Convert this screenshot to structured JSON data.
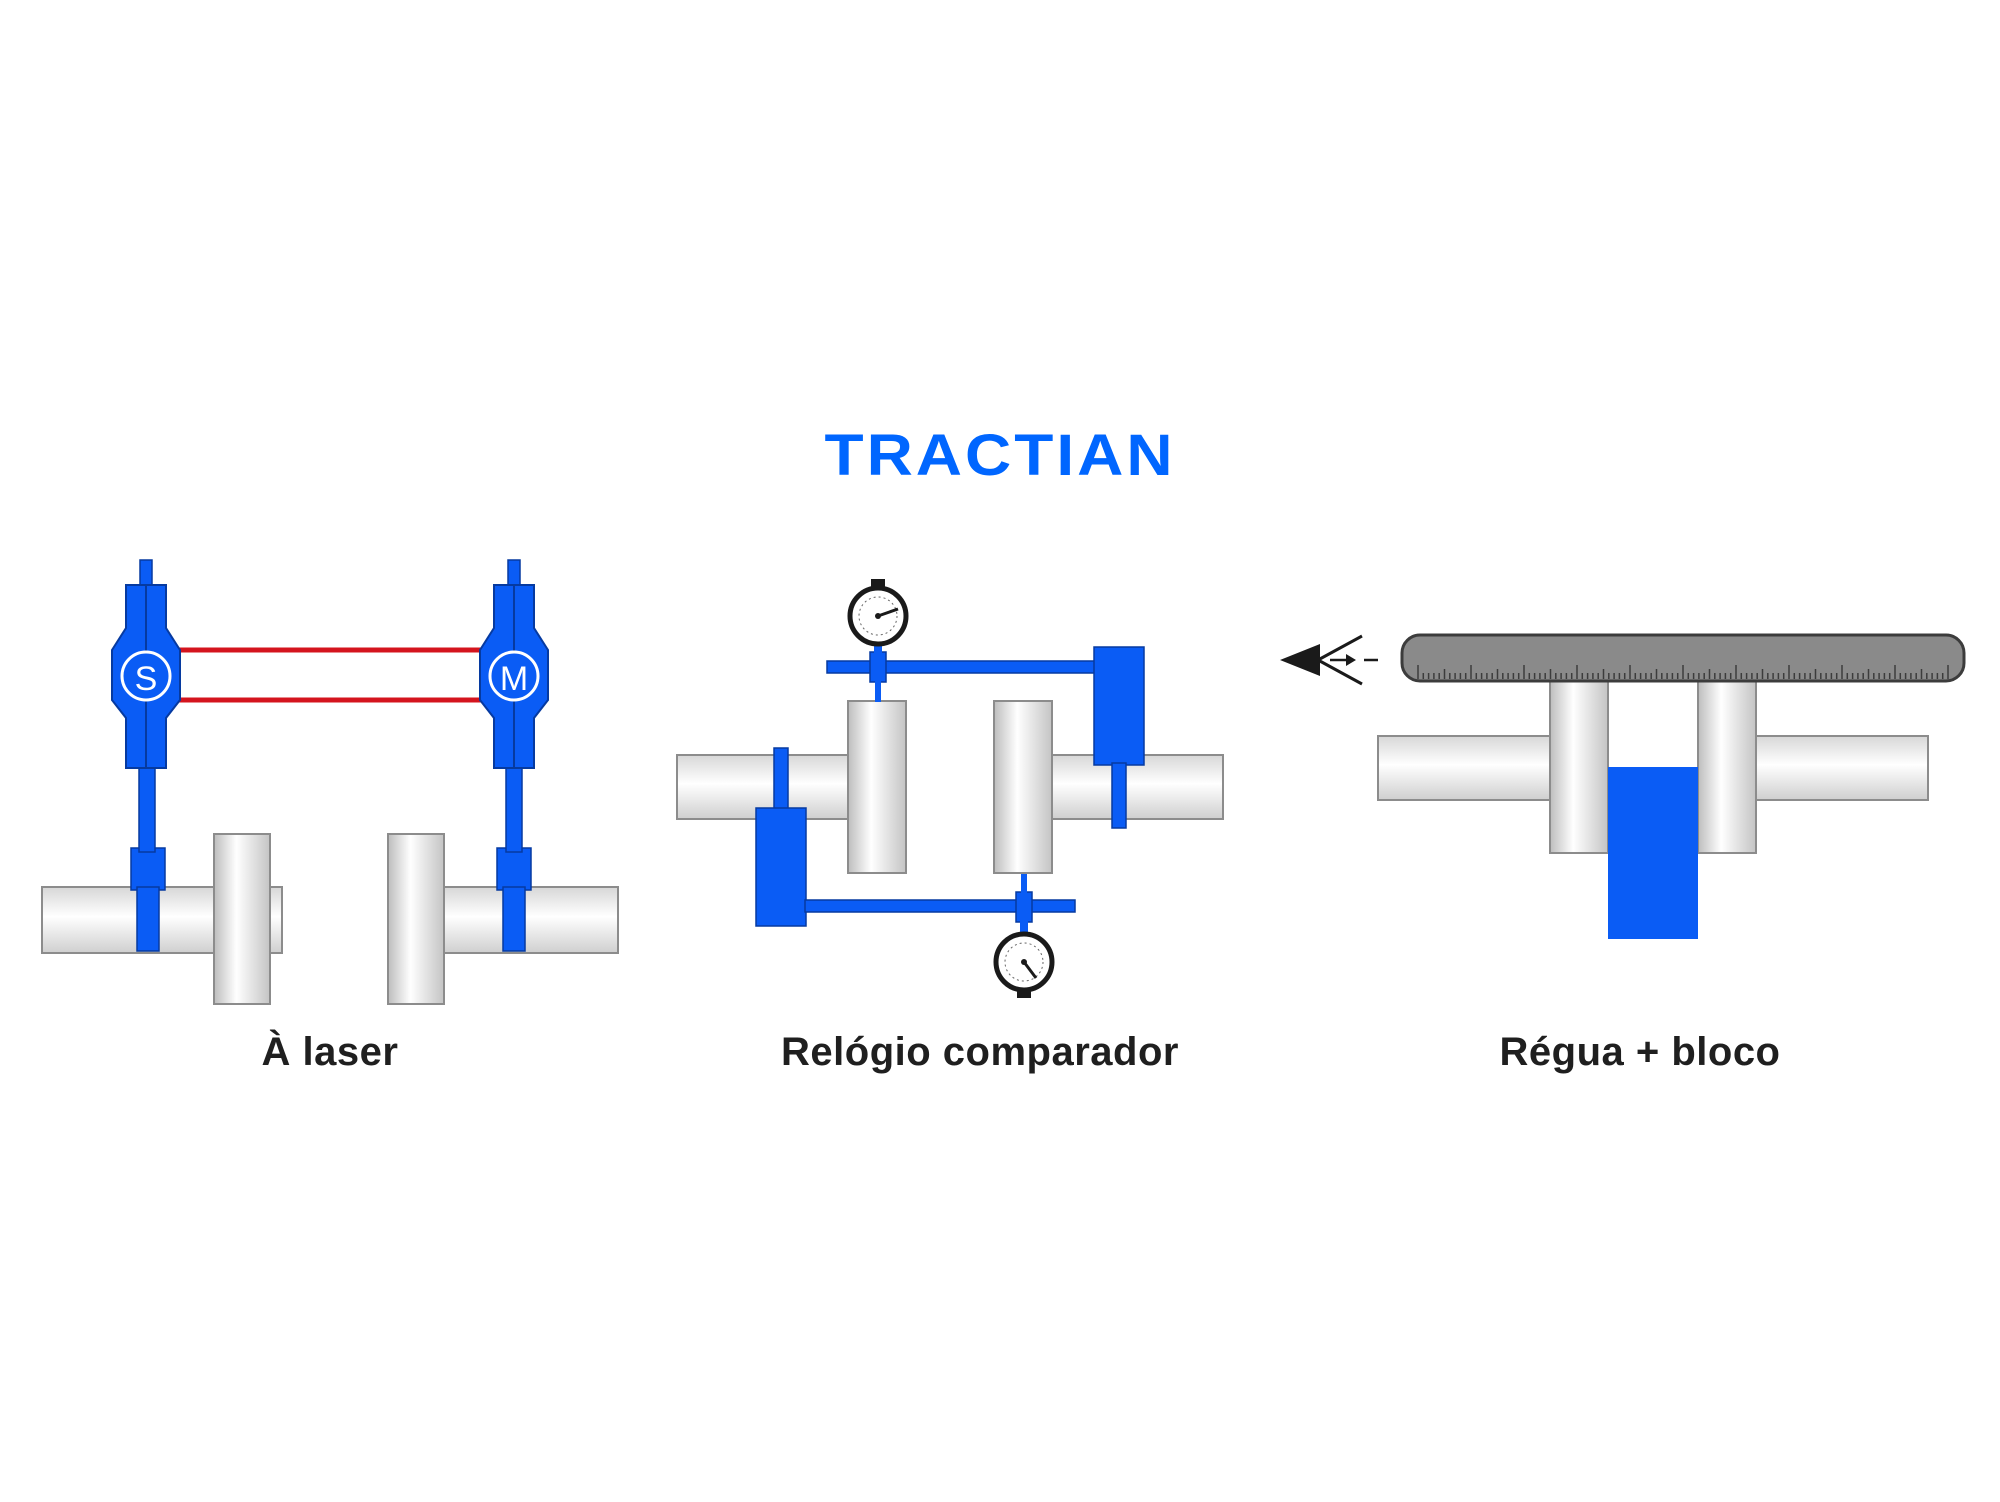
{
  "brand": {
    "logo_text": "TRACTIAN",
    "color": "#0066ff"
  },
  "colors": {
    "blue": "#0a5cf5",
    "laser": "#d4141e",
    "ruler": "#8a8a8a",
    "shaft_edge": "#8c8c8c"
  },
  "methods": [
    {
      "caption": "À laser",
      "sensor_left": "S",
      "sensor_right": "M"
    },
    {
      "caption": "Relógio comparador"
    },
    {
      "caption": "Régua + bloco"
    }
  ],
  "icons": [
    "eye-icon",
    "dial-gauge-icon",
    "ruler-icon"
  ]
}
